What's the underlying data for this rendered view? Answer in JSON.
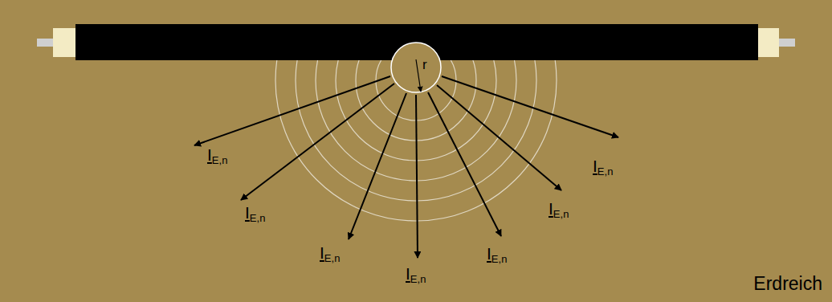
{
  "diagram": {
    "nodes": [
      {
        "text": [
          "r"
        ]
      }
    ],
    "labels": [
      "IE,n",
      "IE,n",
      "IE,n",
      "IE,n",
      "IE,n",
      "IE,n",
      "IE,n",
      "Erdreich"
    ]
  }
}
